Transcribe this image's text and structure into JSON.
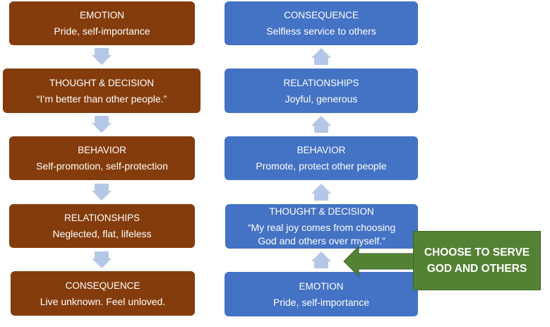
{
  "colors": {
    "left": "#843C0C",
    "right": "#4472C4",
    "arrow": "#B4C7E7",
    "callout": "#548235"
  },
  "left": [
    {
      "title": "EMOTION",
      "text": "Pride, self-importance"
    },
    {
      "title": "THOUGHT & DECISION",
      "text": "“I’m better than other people.”"
    },
    {
      "title": "BEHAVIOR",
      "text": "Self-promotion, self-protection"
    },
    {
      "title": "RELATIONSHIPS",
      "text": "Neglected, flat, lifeless"
    },
    {
      "title": "CONSEQUENCE",
      "text": "Live unknown. Feel unloved."
    }
  ],
  "right": [
    {
      "title": "CONSEQUENCE",
      "text": "Selfless service to others"
    },
    {
      "title": "RELATIONSHIPS",
      "text": "Joyful, generous"
    },
    {
      "title": "BEHAVIOR",
      "text": "Promote, protect other people"
    },
    {
      "title": "THOUGHT & DECISION",
      "text": "“My real joy comes from choosing",
      "text2": "God and others over myself.”"
    },
    {
      "title": "EMOTION",
      "text": "Pride, self-importance"
    }
  ],
  "callout": {
    "line1": "CHOOSE TO SERVE",
    "line2": "GOD AND OTHERS"
  }
}
